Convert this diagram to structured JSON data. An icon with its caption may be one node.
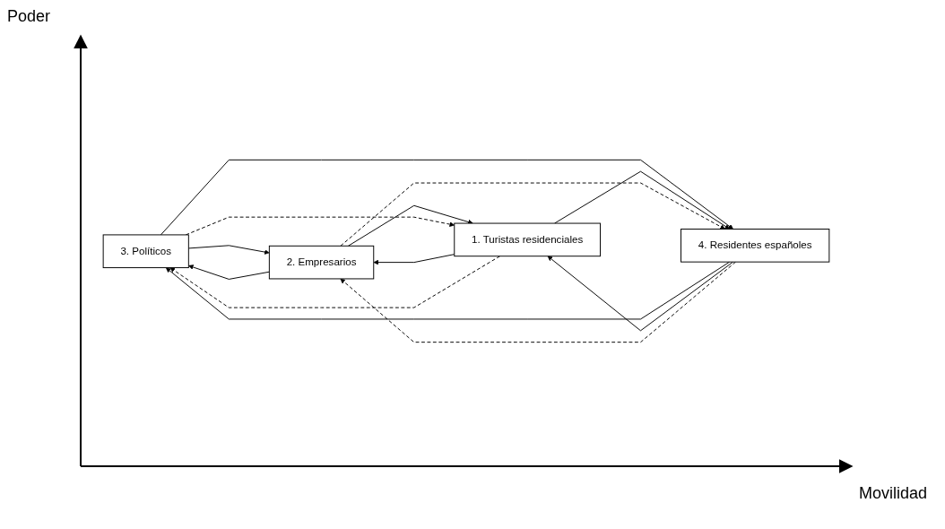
{
  "diagram": {
    "nodes": [
      {
        "text": [
          "3. Políticos"
        ]
      },
      {
        "text": [
          "2. Empresarios"
        ]
      },
      {
        "text": [
          "4. Residentes españoles"
        ]
      },
      {
        "text": [
          "1. Turistas residenciales"
        ]
      }
    ],
    "edges": [
      {
        "from": 0,
        "to": 1,
        "arrow": "to"
      },
      {
        "from": 1,
        "to": 0,
        "arrow": "to"
      },
      {
        "from": 0,
        "to": 2,
        "arrow": "to"
      },
      {
        "from": 2,
        "to": 0,
        "arrow": "to"
      },
      {
        "from": 1,
        "to": 3,
        "arrow": "to"
      },
      {
        "from": 3,
        "to": 1,
        "arrow": "to"
      },
      {
        "from": 2,
        "to": 3,
        "arrow": "to"
      },
      {
        "from": 3,
        "to": 2,
        "arrow": "to"
      },
      {
        "from": 0,
        "to": 3,
        "arrow": "to",
        "style": "dashed"
      },
      {
        "from": 3,
        "to": 0,
        "arrow": "to",
        "style": "dashed"
      },
      {
        "from": 2,
        "to": 1,
        "arrow": "to",
        "style": "dashed"
      },
      {
        "from": 1,
        "to": 2,
        "arrow": "to",
        "style": "dashed"
      }
    ],
    "labels": [
      "Poder",
      "Movilidad"
    ]
  }
}
